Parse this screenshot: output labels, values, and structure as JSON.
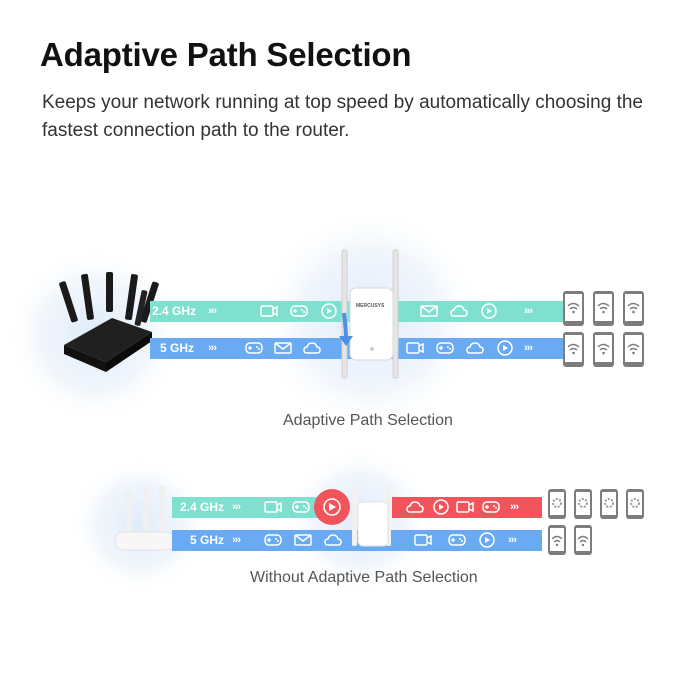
{
  "header": {
    "title": "Adaptive Path Selection",
    "subtitle": "Keeps your network running at top speed by automatically choosing the fastest connection path to the router."
  },
  "scene_with": {
    "caption": "Adaptive Path Selection",
    "band_24_label": "2.4 GHz",
    "band_5_label": "5 GHz",
    "arrow_glyph": "›››",
    "extender_brand": "MERCUSYS",
    "colors": {
      "band_24": "#7fe0cf",
      "band_5": "#6aaaf2"
    }
  },
  "scene_without": {
    "caption": "Without Adaptive Path Selection",
    "band_24_label": "2.4 GHz",
    "band_5_label": "5 GHz",
    "arrow_glyph": "›››",
    "colors": {
      "band_24": "#7fe0cf",
      "band_5": "#6aaaf2",
      "congested": "#f2545b"
    }
  },
  "icons": [
    "video-icon",
    "gamepad-icon",
    "mail-icon",
    "cloud-upload-icon",
    "play-icon",
    "wifi-phone-icon",
    "loading-phone-icon"
  ]
}
